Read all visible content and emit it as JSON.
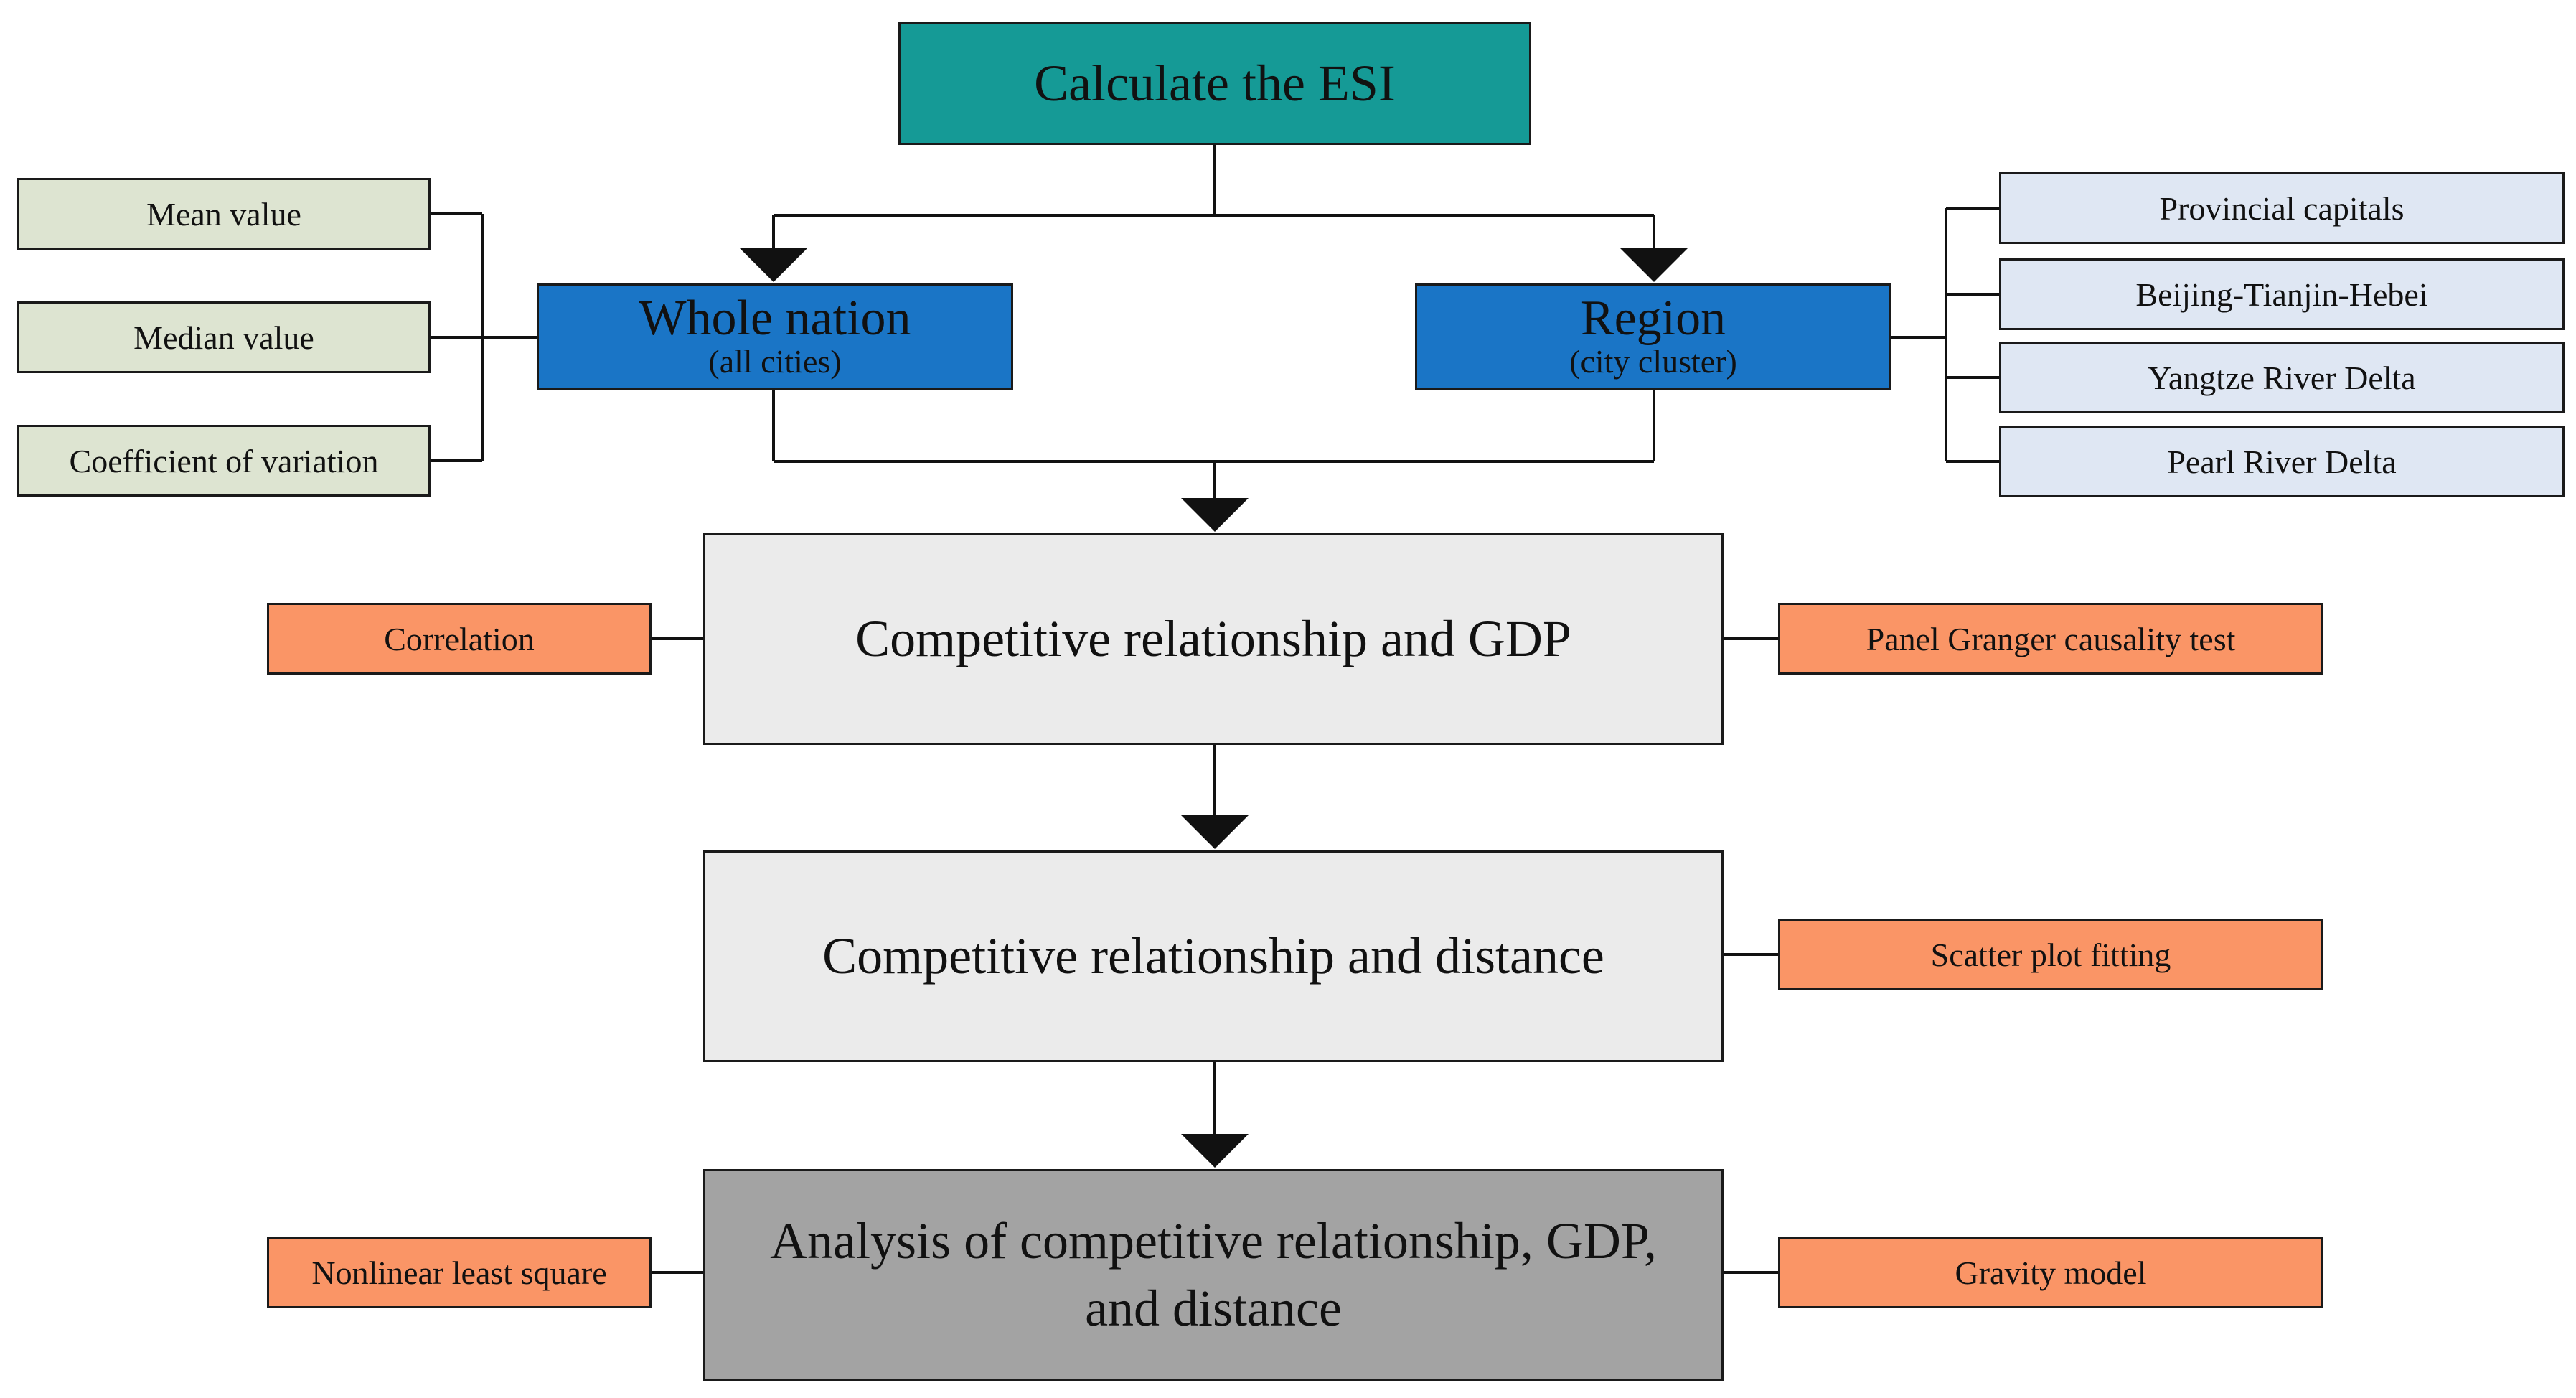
{
  "top": {
    "label": "Calculate the ESI"
  },
  "levels": [
    {
      "title": "Whole nation",
      "subtitle": "(all cities)"
    },
    {
      "title": "Region",
      "subtitle": "(city cluster)"
    }
  ],
  "whole_nation_measures": [
    "Mean value",
    "Median value",
    "Coefficient of variation"
  ],
  "region_clusters": [
    "Provincial capitals",
    "Beijing-Tianjin-Hebei",
    "Yangtze River Delta",
    "Pearl River Delta"
  ],
  "stages": [
    {
      "label": "Competitive relationship and GDP",
      "left_method": "Correlation",
      "right_method": "Panel Granger causality test"
    },
    {
      "label": "Competitive relationship and distance",
      "right_method": "Scatter plot fitting"
    },
    {
      "label_line1": "Analysis of competitive relationship, GDP,",
      "label_line2": "and distance",
      "left_method": "Nonlinear least square",
      "right_method": "Gravity model"
    }
  ],
  "colors": {
    "top_box": "#159a96",
    "level_box": "#1a75c6",
    "measure_box": "#dde4d1",
    "cluster_box": "#dfe7f3",
    "stage_box": "#ebebeb",
    "final_stage_box": "#a3a3a3",
    "method_box": "#fa9566"
  }
}
